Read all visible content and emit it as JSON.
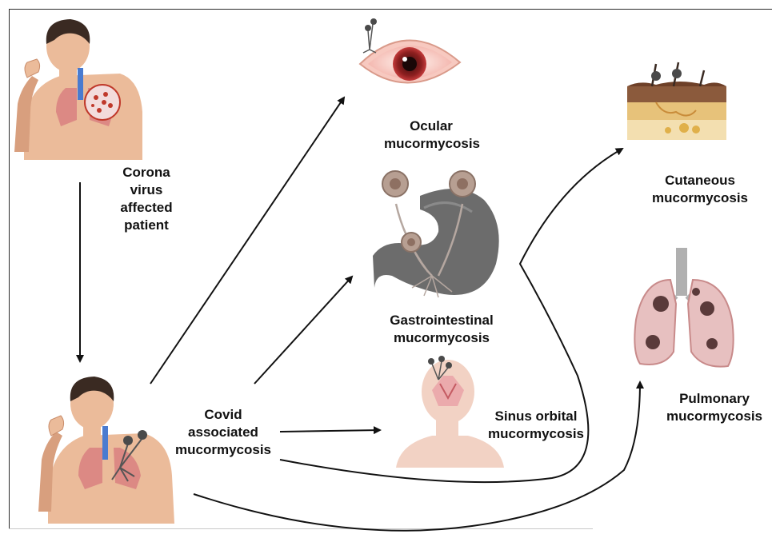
{
  "labels": {
    "patient": [
      "Corona",
      "virus",
      "affected",
      "patient"
    ],
    "cam": [
      "Covid",
      "associated",
      "mucormycosis"
    ],
    "ocular": [
      "Ocular",
      "mucormycosis"
    ],
    "gastro": [
      "Gastrointestinal",
      "mucormycosis"
    ],
    "sinus": [
      "Sinus orbital",
      "mucormycosis"
    ],
    "cutaneous": [
      "Cutaneous",
      "mucormycosis"
    ],
    "pulmonary": [
      "Pulmonary",
      "mucormycosis"
    ]
  },
  "colors": {
    "skin": "#ebbb9a",
    "skin_shade": "#d89f7e",
    "hair": "#3a2a22",
    "lung": "#d98080",
    "virus": "#c0392b",
    "fungus": "#4a4a4a",
    "stomach": "#6c6c6c",
    "arrow": "#111111"
  },
  "icons": [
    "patient-figure",
    "patient-mucor-figure",
    "eye-icon",
    "stomach-icon",
    "sinus-head-icon",
    "skin-layer-icon",
    "lungs-icon"
  ]
}
